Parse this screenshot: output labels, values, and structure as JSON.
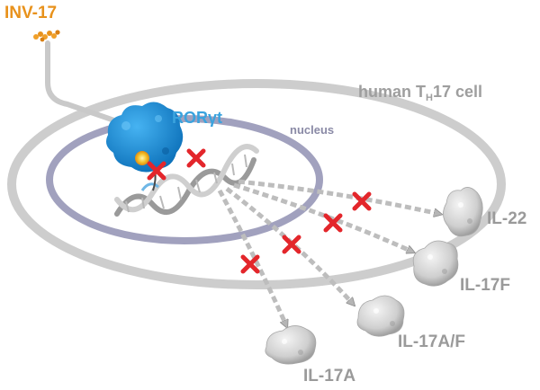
{
  "labels": {
    "drug": "INV-17",
    "cell_prefix": "human T",
    "cell_subscript": "H",
    "cell_suffix": "17 cell",
    "nucleus": "nucleus",
    "receptor": "RORγt"
  },
  "cytokines": [
    "IL-22",
    "IL-17F",
    "IL-17A/F",
    "IL-17A"
  ],
  "colors": {
    "drug": "#e8921c",
    "receptor": "#1f8fd6",
    "cell_membrane": "#c9c9c9",
    "nucleus_membrane": "#8f8fb0",
    "inhibition_mark": "#e3262b",
    "arrow": "#bdbdbd",
    "label_gray": "#9a9a9a"
  }
}
